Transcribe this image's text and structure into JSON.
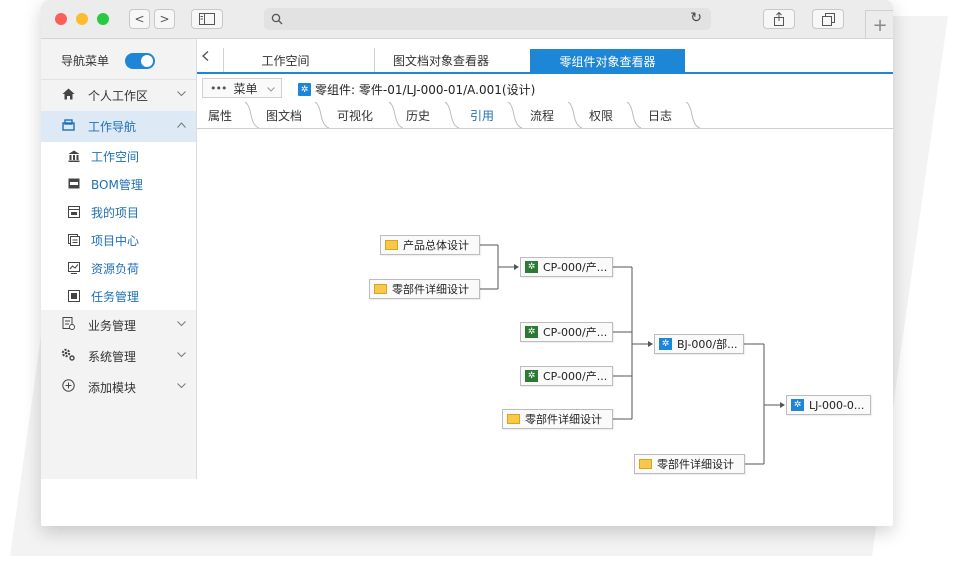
{
  "browser": {
    "back_symbol": "<",
    "forward_symbol": ">",
    "reload_symbol": "↻"
  },
  "nav": {
    "header": "导航菜单",
    "items": [
      {
        "label": "个人工作区",
        "icon": "home-icon"
      },
      {
        "label": "工作导航",
        "icon": "navigation-icon",
        "expanded": true
      },
      {
        "label": "业务管理",
        "icon": "business-icon"
      },
      {
        "label": "系统管理",
        "icon": "settings-icon"
      },
      {
        "label": "添加模块",
        "icon": "add-circle-icon"
      }
    ],
    "sub_items": [
      {
        "label": "工作空间",
        "icon": "workspace-icon"
      },
      {
        "label": "BOM管理",
        "icon": "bom-icon"
      },
      {
        "label": "我的项目",
        "icon": "project-icon"
      },
      {
        "label": "项目中心",
        "icon": "project-center-icon"
      },
      {
        "label": "资源负荷",
        "icon": "resource-icon"
      },
      {
        "label": "任务管理",
        "icon": "task-icon"
      }
    ]
  },
  "tabs": [
    {
      "label": "工作空间"
    },
    {
      "label": "图文档对象查看器"
    },
    {
      "label": "零组件对象查看器",
      "active": true
    }
  ],
  "toolbar": {
    "menu_label": "菜单",
    "object_title": "零组件: 零件-01/LJ-000-01/A.001(设计)"
  },
  "subtabs": [
    "属性",
    "图文档",
    "可视化",
    "历史",
    "引用",
    "流程",
    "权限",
    "日志"
  ],
  "active_subtab": "引用",
  "graph": {
    "nodes": [
      {
        "id": "n1",
        "label": "产品总体设计",
        "type": "folder"
      },
      {
        "id": "n2",
        "label": "零部件详细设计",
        "type": "folder"
      },
      {
        "id": "n3",
        "label": "CP-000/产...",
        "type": "part"
      },
      {
        "id": "n4",
        "label": "CP-000/产...",
        "type": "part"
      },
      {
        "id": "n5",
        "label": "CP-000/产...",
        "type": "part"
      },
      {
        "id": "n6",
        "label": "零部件详细设计",
        "type": "folder"
      },
      {
        "id": "n7",
        "label": "BJ-000/部...",
        "type": "assembly"
      },
      {
        "id": "n8",
        "label": "零部件详细设计",
        "type": "folder"
      },
      {
        "id": "n9",
        "label": "LJ-000-0...",
        "type": "assembly"
      }
    ],
    "edges": [
      [
        "n1",
        "n3"
      ],
      [
        "n2",
        "n3"
      ],
      [
        "n3",
        "n7"
      ],
      [
        "n4",
        "n7"
      ],
      [
        "n5",
        "n7"
      ],
      [
        "n6",
        "n7"
      ],
      [
        "n7",
        "n9"
      ],
      [
        "n8",
        "n9"
      ]
    ]
  }
}
